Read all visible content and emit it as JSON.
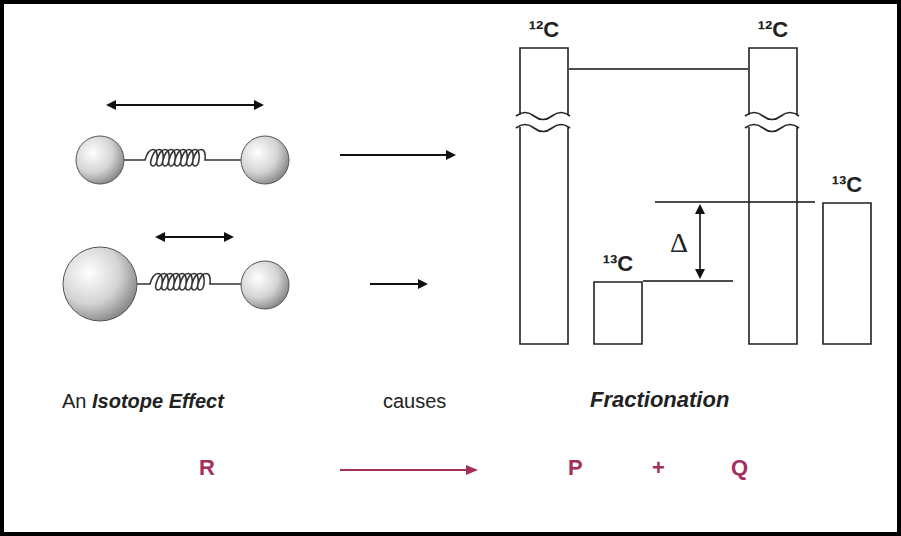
{
  "diagram": {
    "nodes": [
      {
        "text": [
          "¹²C"
        ]
      },
      {
        "text": [
          "¹³C"
        ]
      },
      {
        "text": [
          "¹²C"
        ]
      },
      {
        "text": [
          "¹³C"
        ]
      }
    ],
    "labels": [
      "Δ",
      "An",
      "Isotope Effect",
      "causes",
      "Fractionation",
      "R",
      "P",
      "+",
      "Q"
    ]
  }
}
